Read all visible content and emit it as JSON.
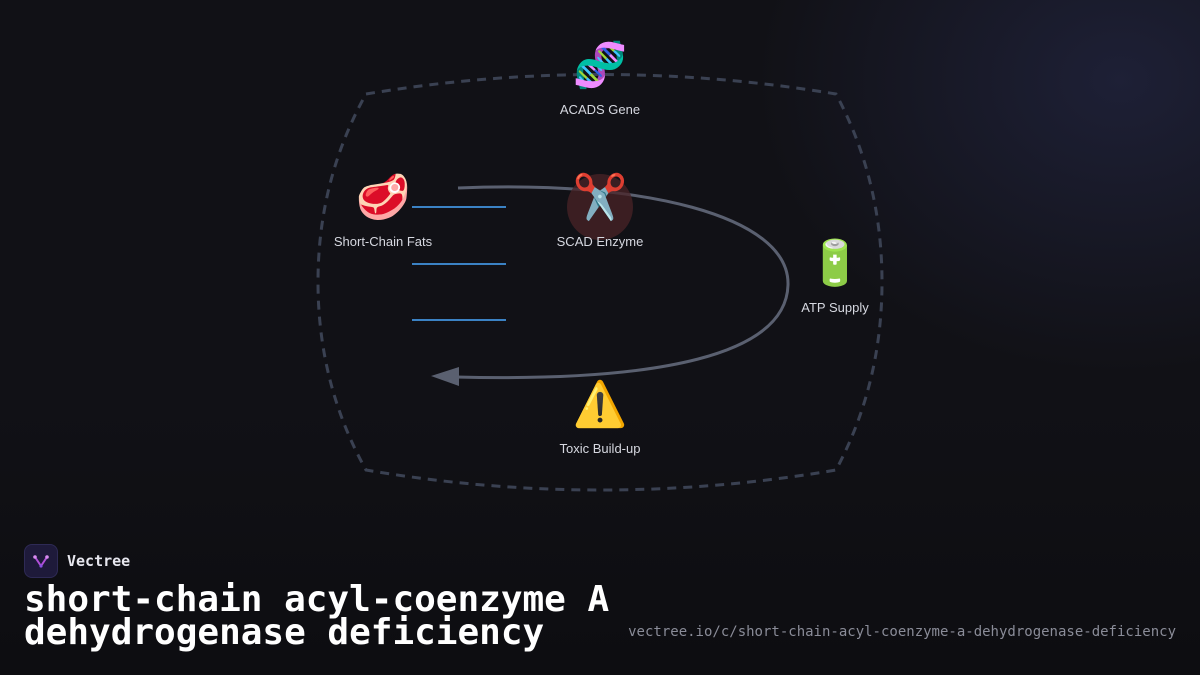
{
  "diagram": {
    "nodes": {
      "gene": {
        "icon": "🧬",
        "icon_name": "dna-icon",
        "label": "ACADS Gene"
      },
      "fats": {
        "icon": "🥩",
        "icon_name": "meat-icon",
        "label": "Short-Chain Fats"
      },
      "enzyme": {
        "icon": "✂️",
        "icon_name": "scissors-icon",
        "label": "SCAD Enzyme"
      },
      "atp": {
        "icon": "🔋",
        "icon_name": "battery-icon",
        "label": "ATP Supply"
      },
      "toxic": {
        "icon": "⚠️",
        "icon_name": "warning-icon",
        "label": "Toxic Build-up"
      }
    },
    "colors": {
      "boundary": "#3a4152",
      "flow_lines": "#3b82c4",
      "loop_arrow": "#5a6070",
      "enzyme_highlight": "#4a2327"
    }
  },
  "brand": {
    "name": "Vectree",
    "logo_color": "#b04fd8"
  },
  "title": "short-chain acyl-coenzyme A dehydrogenase deficiency",
  "url": "vectree.io/c/short-chain-acyl-coenzyme-a-dehydrogenase-deficiency"
}
